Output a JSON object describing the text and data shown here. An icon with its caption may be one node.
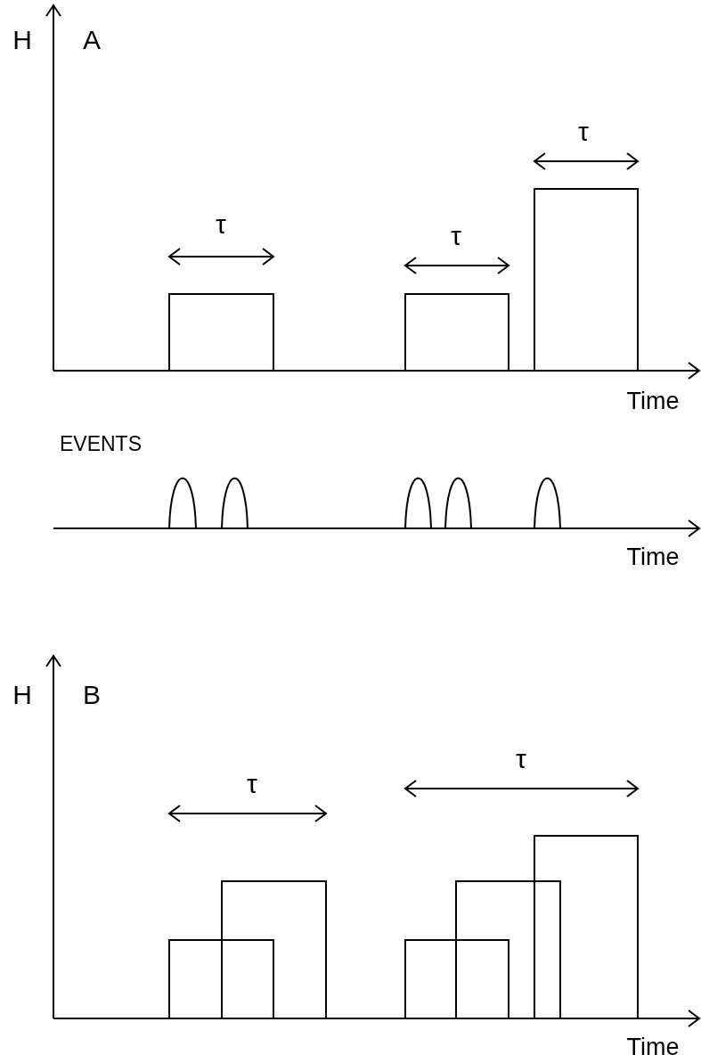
{
  "diagram": {
    "labels": [
      "H",
      "A",
      "τ",
      "τ",
      "τ",
      "Time",
      "EVENTS",
      "Time",
      "H",
      "B",
      "τ",
      "τ",
      "Time"
    ]
  }
}
